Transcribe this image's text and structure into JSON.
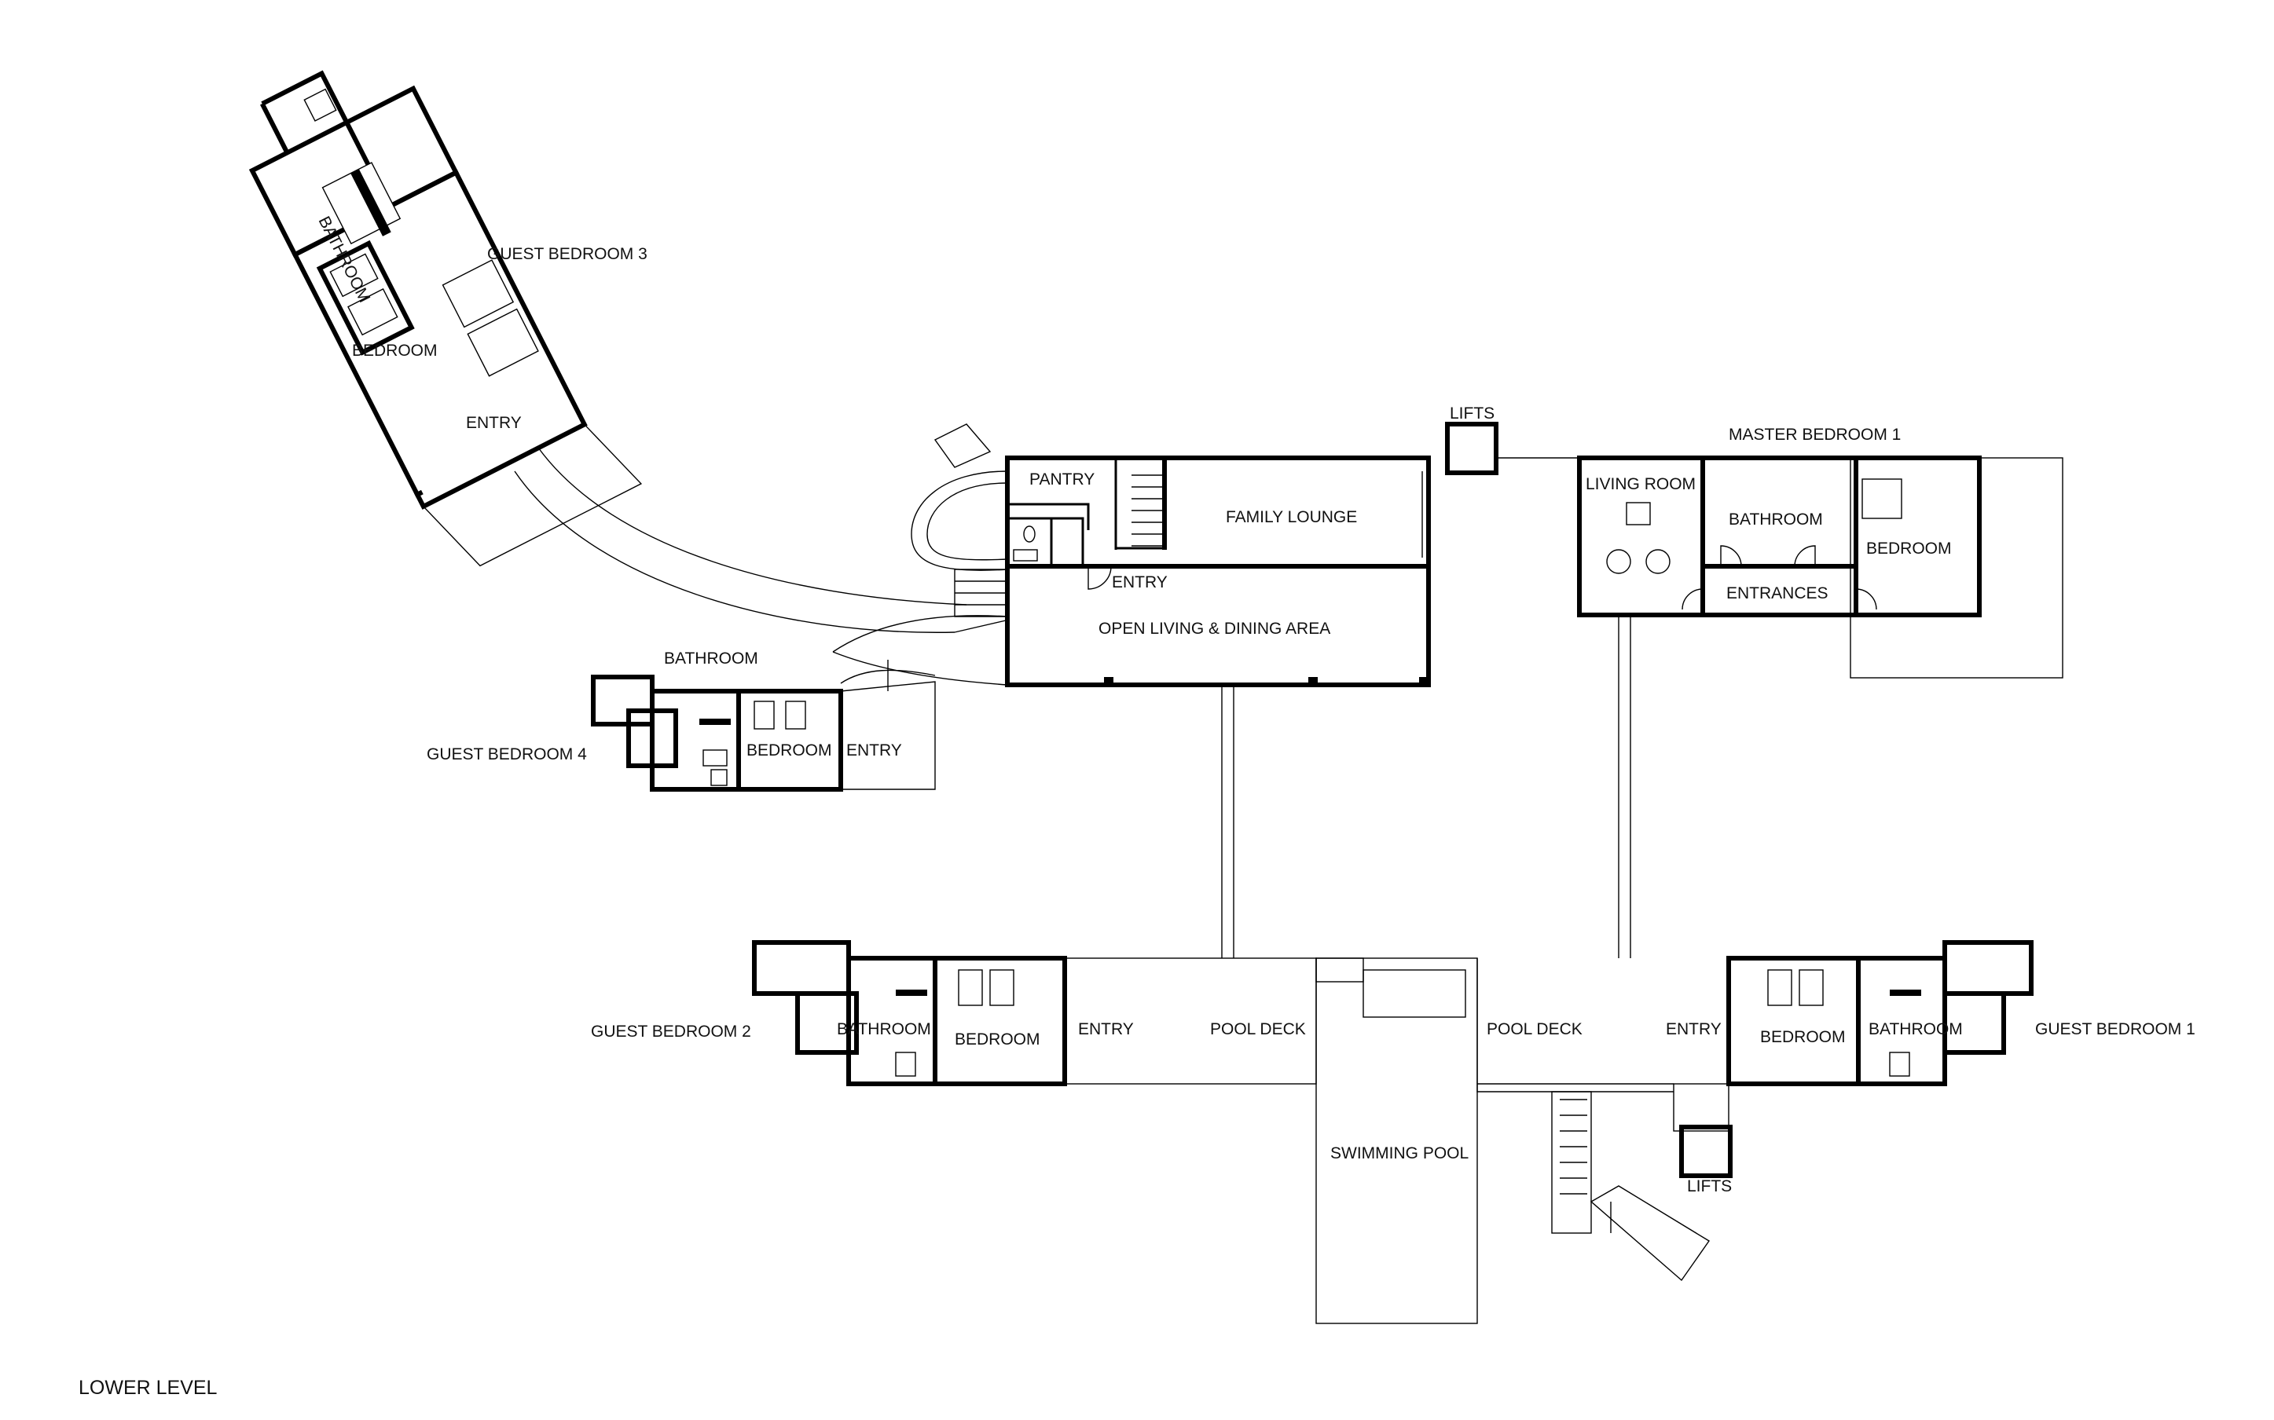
{
  "plan": {
    "level_label": "LOWER LEVEL",
    "labels": {
      "guest_bedroom_3": "GUEST BEDROOM 3",
      "gb3_bathroom": "BATHROOM",
      "gb3_bedroom": "BEDROOM",
      "gb3_entry": "ENTRY",
      "lifts_top": "LIFTS",
      "master_bedroom_1": "MASTER BEDROOM 1",
      "pantry": "PANTRY",
      "family_lounge": "FAMILY LOUNGE",
      "main_entry": "ENTRY",
      "open_living_dining": "OPEN LIVING & DINING AREA",
      "living_room": "LIVING ROOM",
      "master_bathroom": "BATHROOM",
      "master_bedroom": "BEDROOM",
      "entrances": "ENTRANCES",
      "gb4_bathroom": "BATHROOM",
      "guest_bedroom_4": "GUEST BEDROOM 4",
      "gb4_bedroom": "BEDROOM",
      "gb4_entry": "ENTRY",
      "guest_bedroom_2": "GUEST BEDROOM 2",
      "gb2_bathroom": "BATHROOM",
      "gb2_bedroom": "BEDROOM",
      "gb2_entry": "ENTRY",
      "pool_deck_left": "POOL DECK",
      "pool_deck_right": "POOL DECK",
      "gb1_entry": "ENTRY",
      "gb1_bedroom": "BEDROOM",
      "gb1_bathroom": "BATHROOM",
      "guest_bedroom_1": "GUEST BEDROOM 1",
      "swimming_pool": "SWIMMING POOL",
      "lifts_bottom": "LIFTS"
    }
  }
}
